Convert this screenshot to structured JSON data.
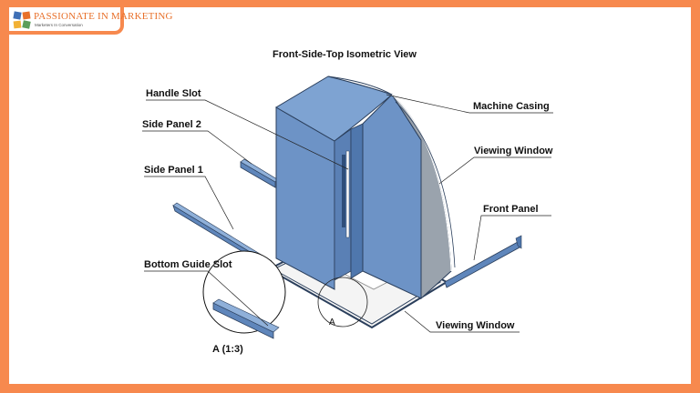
{
  "logo": {
    "name": "PASSIONATE IN MARKETING",
    "tagline": "Marketers In Conversation",
    "icon": "puzzle-logo-icon"
  },
  "title": "Front-Side-Top Isometric View",
  "labels": {
    "handle_slot": "Handle Slot",
    "side_panel_2": "Side Panel 2",
    "side_panel_1": "Side Panel 1",
    "bottom_guide_slot": "Bottom Guide Slot",
    "detail_ref": "A (1:3)",
    "detail_marker": "A",
    "machine_casing": "Machine Casing",
    "viewing_window_top": "Viewing Window",
    "front_panel": "Front Panel",
    "viewing_window_bottom": "Viewing Window"
  },
  "colors": {
    "background": "#f7894e",
    "casing": "#6d93c6",
    "casing_dark": "#4f77ad",
    "window": "#9aa3ad"
  }
}
